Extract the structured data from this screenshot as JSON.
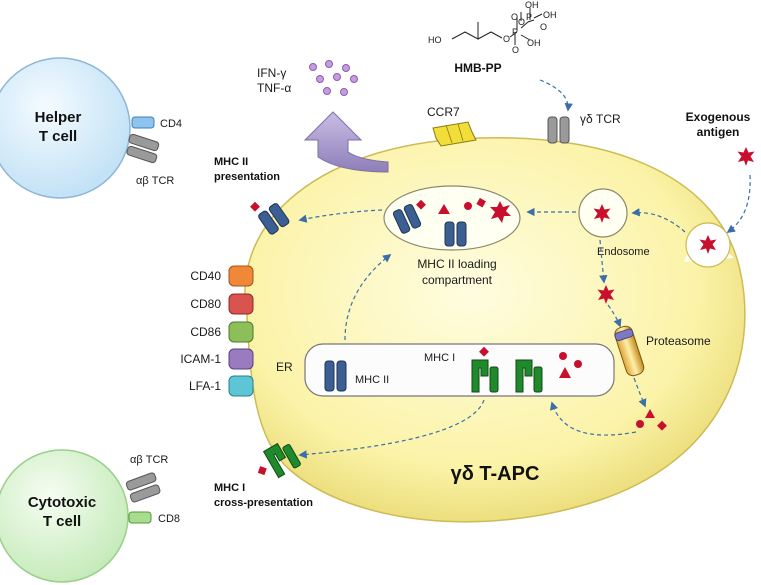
{
  "cells": {
    "helper_title_line1": "Helper",
    "helper_title_line2": "T cell",
    "cytotoxic_title_line1": "Cytotoxic",
    "cytotoxic_title_line2": "T cell",
    "main_cell_label": "γδ T-APC"
  },
  "receptors": {
    "cd4": "CD4",
    "ab_tcr_top": "αβ TCR",
    "ab_tcr_bottom": "αβ TCR",
    "cd8": "CD8",
    "ccr7": "CCR7",
    "gd_tcr": "γδ TCR"
  },
  "molecule": {
    "name": "HMB-PP",
    "oh_left": "HO",
    "oh_top": "OH",
    "oh_right_top": "OH",
    "oh_right_mid": "OH",
    "p1": "P",
    "p2": "P",
    "o1": "O",
    "o2": "O",
    "o3": "O",
    "o4": "O",
    "o5": "O"
  },
  "cytokines": {
    "line1": "IFN-γ",
    "line2": "TNF-α"
  },
  "antigen": {
    "line1": "Exogenous",
    "line2": "antigen"
  },
  "surface_molecules": [
    "CD40",
    "CD80",
    "CD86",
    "ICAM-1",
    "LFA-1"
  ],
  "labels": {
    "mhc2_presentation_line1": "MHC II",
    "mhc2_presentation_line2": "presentation",
    "mhc2_loading_line1": "MHC II loading",
    "mhc2_loading_line2": "compartment",
    "endosome": "Endosome",
    "proteasome": "Proteasome",
    "er": "ER",
    "mhc1_er": "MHC I",
    "mhc2_er": "MHC II",
    "cross_line1": "MHC I",
    "cross_line2": "cross-presentation"
  },
  "colors": {
    "helper_cell": "#d6ecfa",
    "cytotoxic_cell": "#dcf3d6",
    "main_cell": "#fbf3a8",
    "mhc2_blue": "#3b5f92",
    "mhc1_green": "#1f8a2c",
    "antigen_red": "#c8102e",
    "cd40": "#f0883a",
    "cd80": "#d9534f",
    "cd86": "#8cbf5a",
    "icam1": "#9b7bc0",
    "lfa1": "#5cc6d6",
    "ccr7": "#f2de3a",
    "cytokine": "#c79be0"
  }
}
